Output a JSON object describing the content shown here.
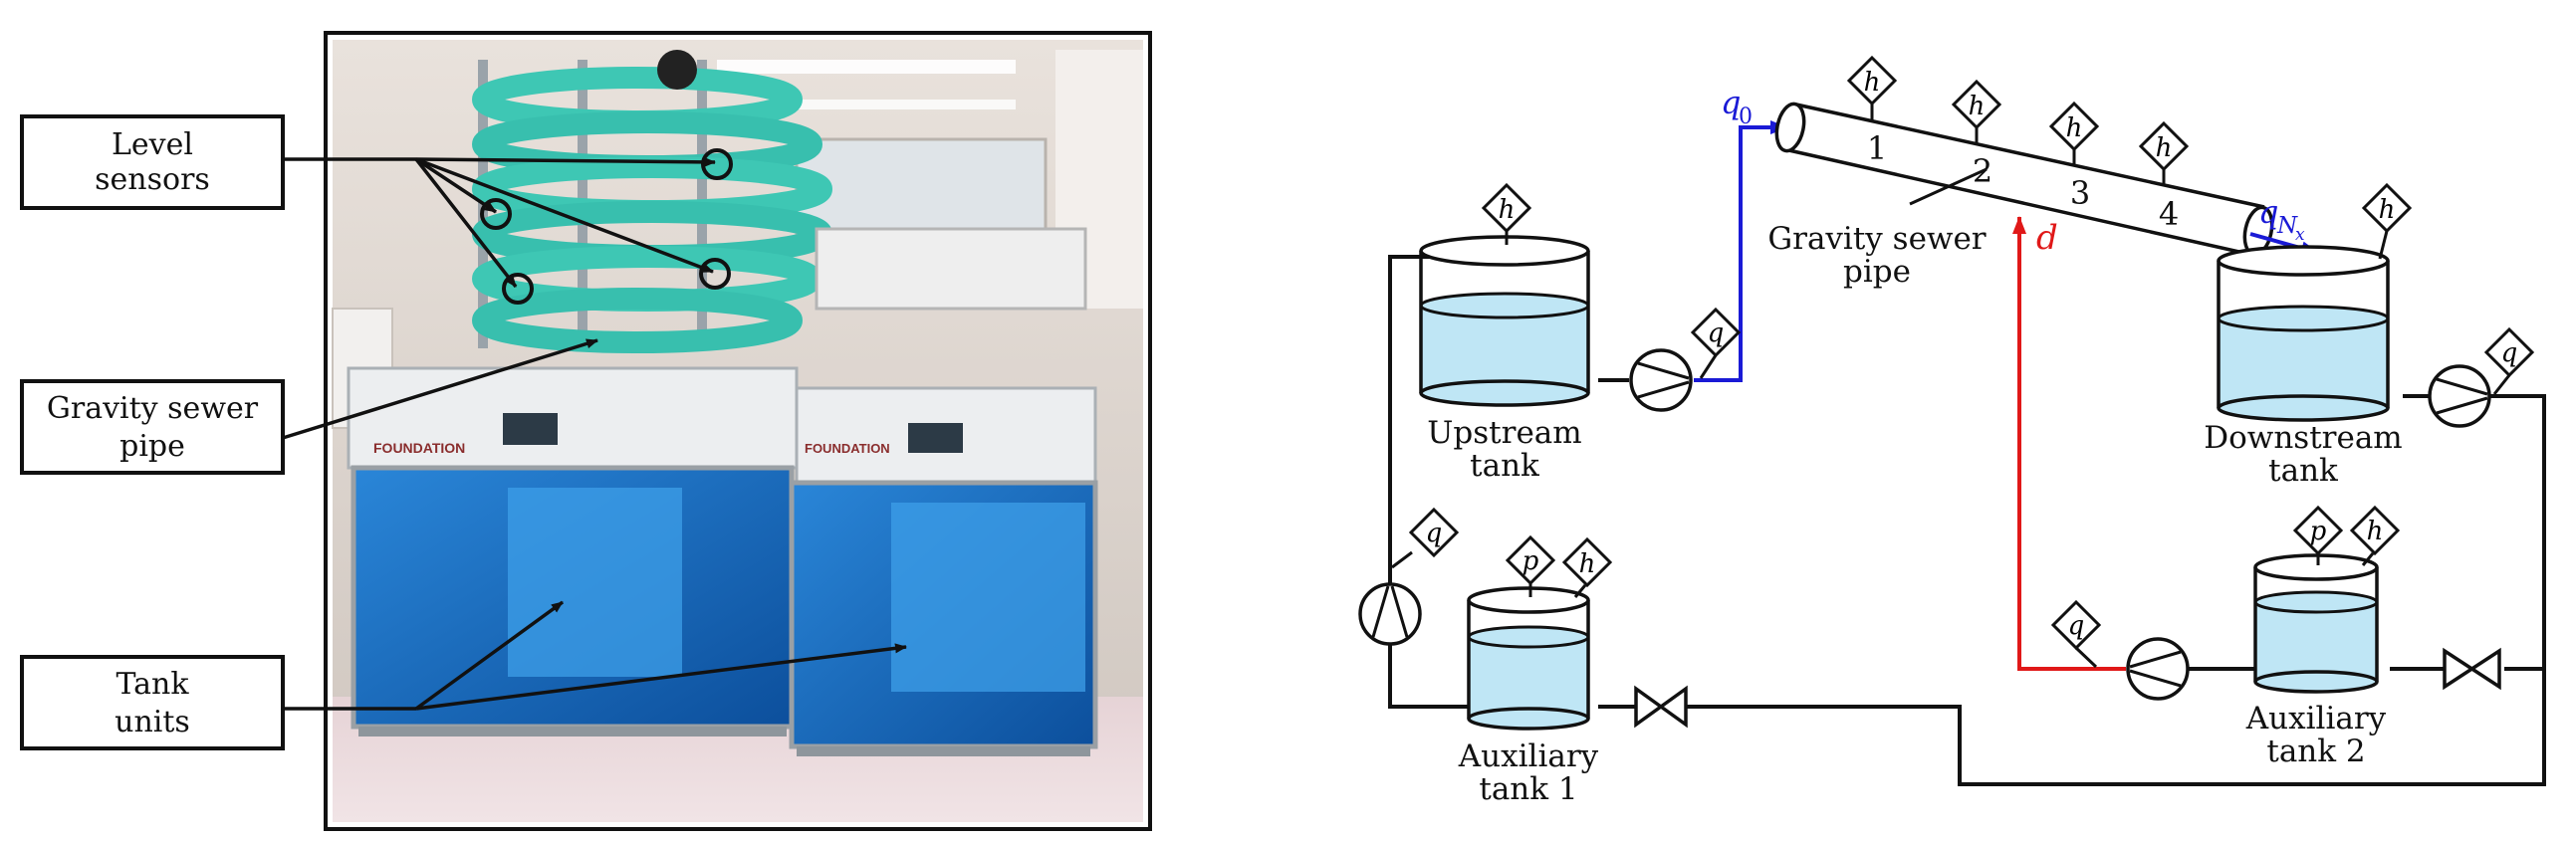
{
  "photo": {
    "callouts": {
      "level_sensors": [
        "Level",
        "sensors"
      ],
      "gravity_pipe": [
        "Gravity  sewer",
        "pipe"
      ],
      "tank_units": [
        "Tank",
        "units"
      ]
    },
    "panel_logo_text": "FOUNDATION"
  },
  "schematic": {
    "pipe_label": [
      "Gravity  sewer",
      "pipe"
    ],
    "pipe_segments": [
      "1",
      "2",
      "3",
      "4"
    ],
    "inflow_label": {
      "base": "q",
      "sub": "0"
    },
    "outflow_label": {
      "base": "q",
      "sub": "N",
      "subsub": "x"
    },
    "disturbance_label": "d",
    "sensor_h": "h",
    "sensor_q": "q",
    "sensor_p": "p",
    "tanks": {
      "upstream": [
        "Upstream",
        "tank"
      ],
      "downstream": [
        "Downstream",
        "tank"
      ],
      "aux1": [
        "Auxiliary",
        "tank  1"
      ],
      "aux2": [
        "Auxiliary",
        "tank  2"
      ]
    },
    "colors": {
      "inflow": "#1a1ad6",
      "disturbance": "#e01818",
      "water": "#bfe6f5",
      "line": "#111111"
    }
  }
}
